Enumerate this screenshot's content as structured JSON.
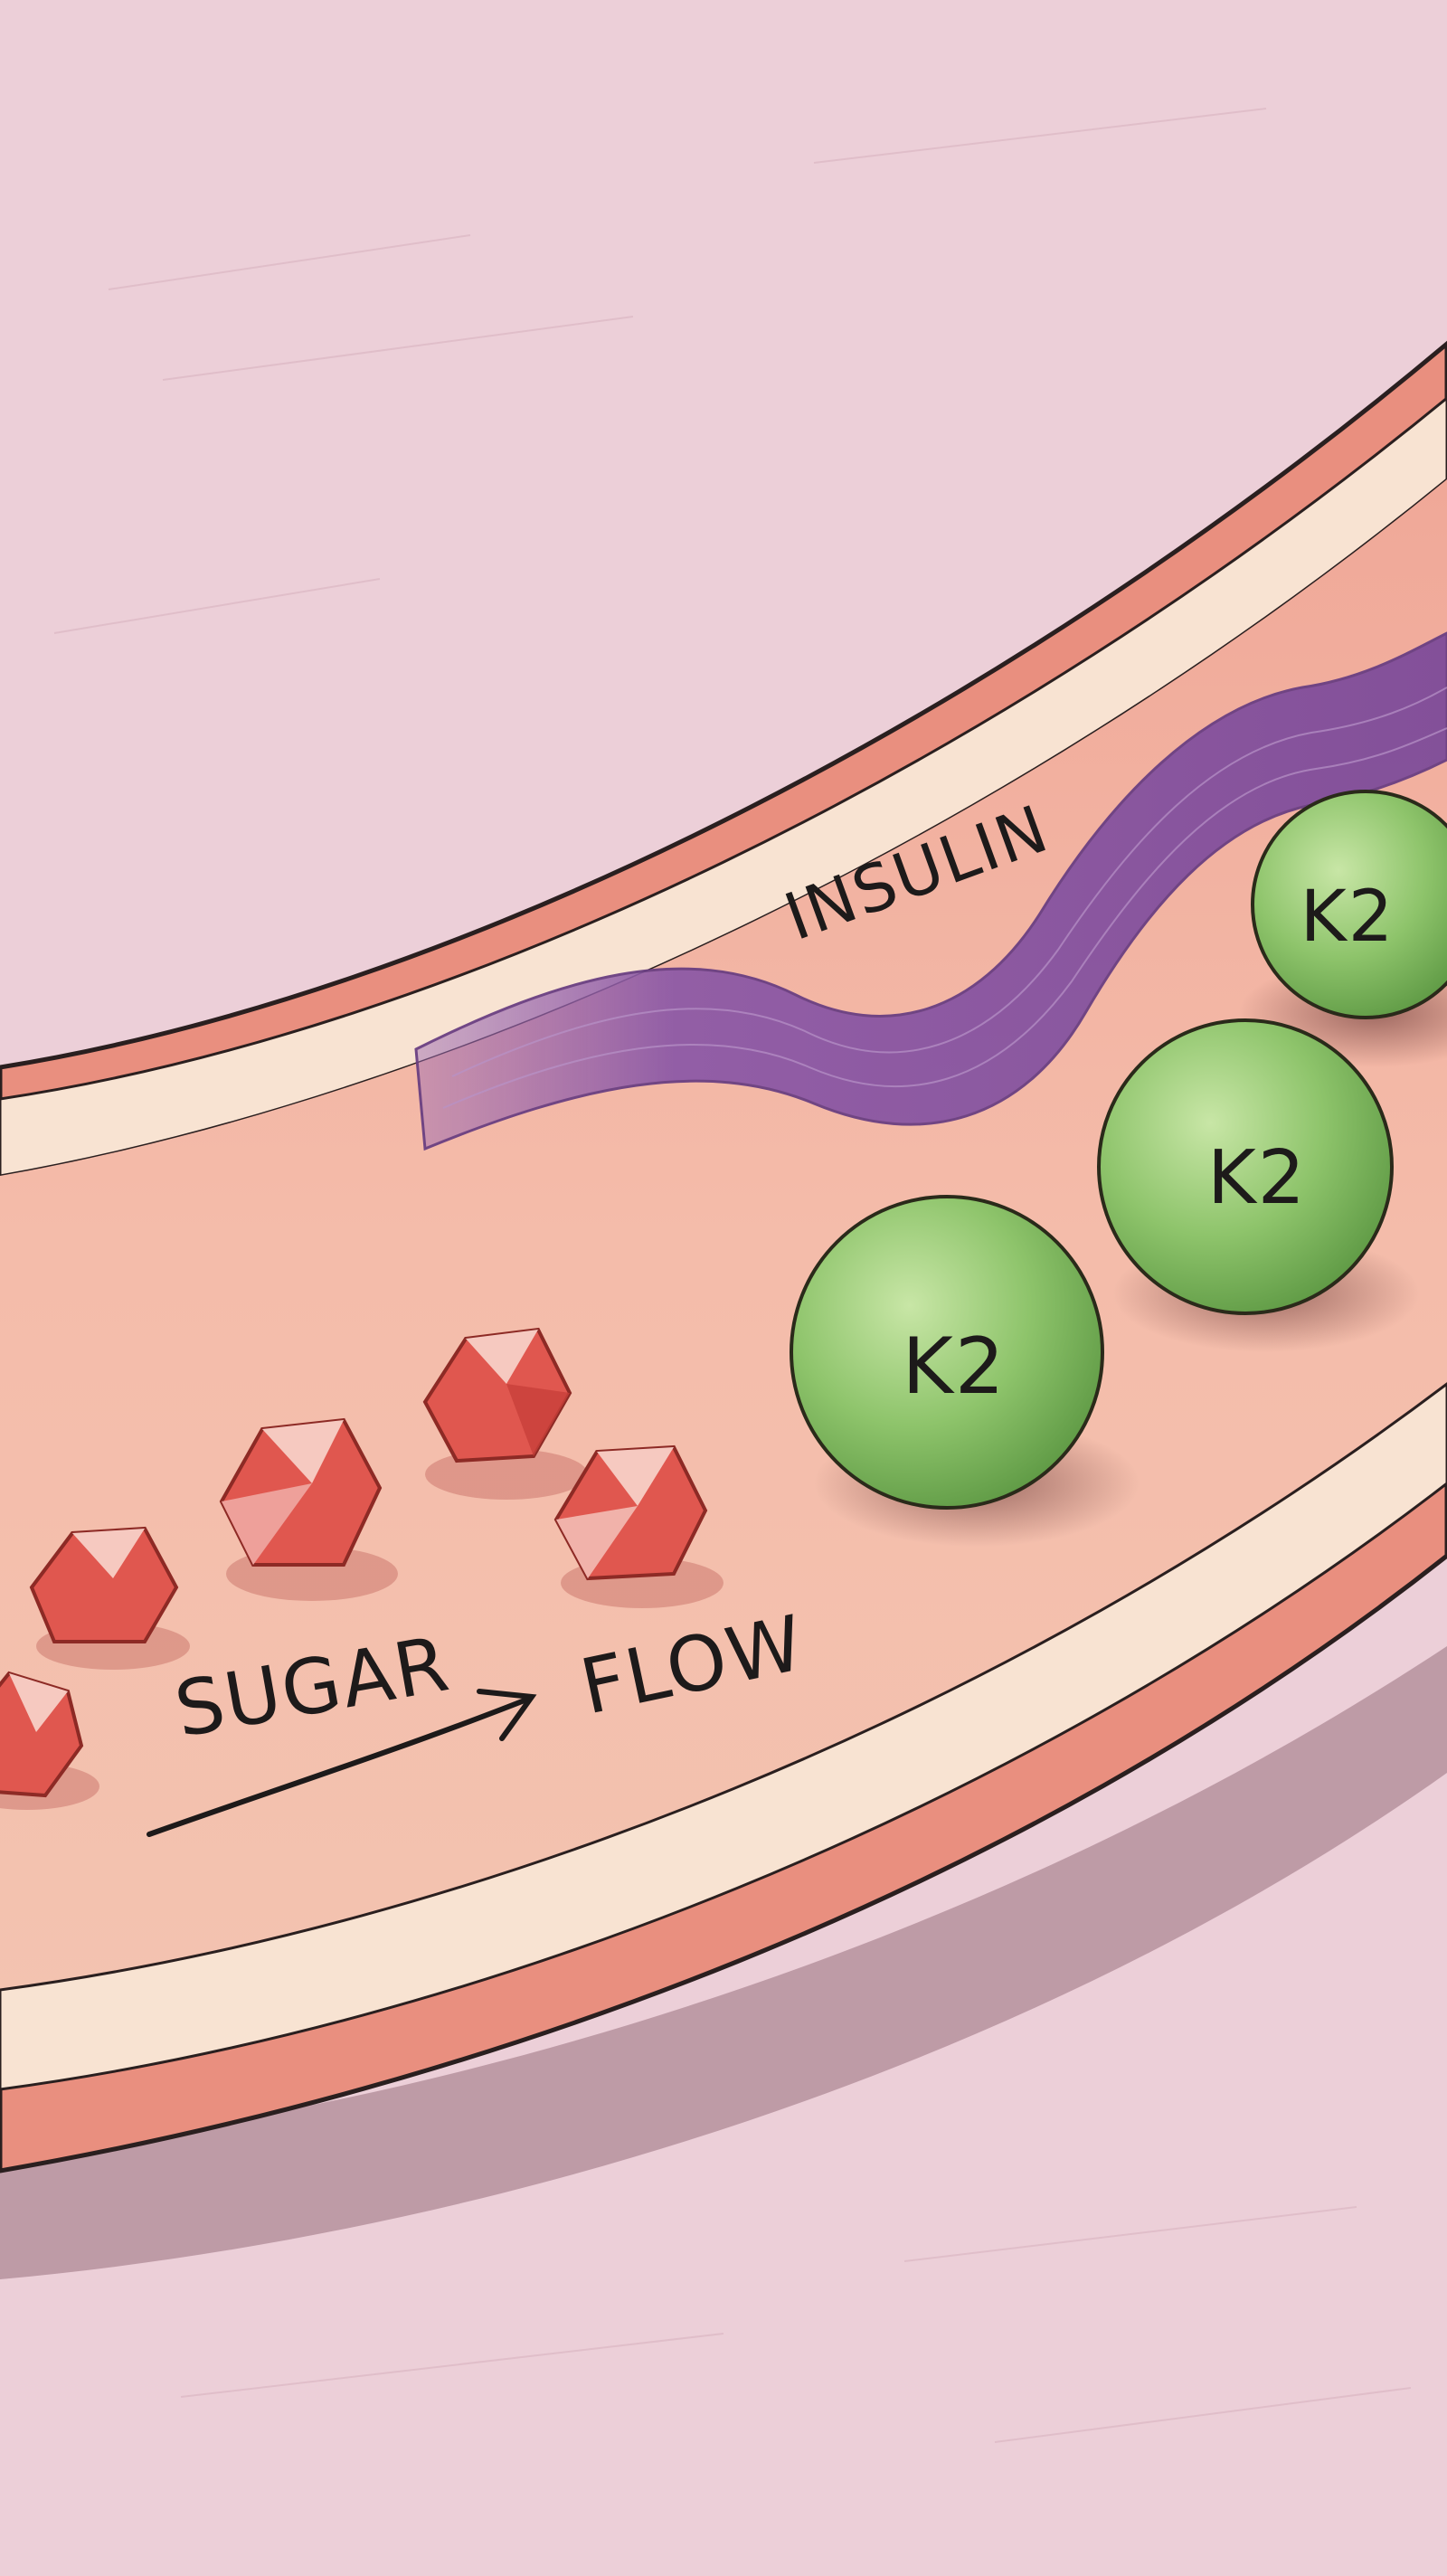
{
  "labels": {
    "insulin": "INSULIN",
    "sugar": "SUGAR",
    "flow": "FLOW",
    "k2_top": "K2",
    "k2_middle": "K2",
    "k2_bottom": "K2"
  },
  "colors": {
    "background": "#eccfd8",
    "vessel_wall": "#e98f7f",
    "vessel_lumen": "#f2b3a3",
    "vessel_inner_band": "#f8e3d2",
    "insulin_ribbon": "#8d5aa6",
    "sugar_crystal": "#e0574f",
    "k2_ball": "#8ec46b",
    "ink": "#1d1a1a"
  },
  "icons": {
    "sugar_crystals": "sugar-crystal-icon",
    "k2_molecules": "k2-sphere-icon",
    "flow_arrow": "arrow-right-icon"
  }
}
